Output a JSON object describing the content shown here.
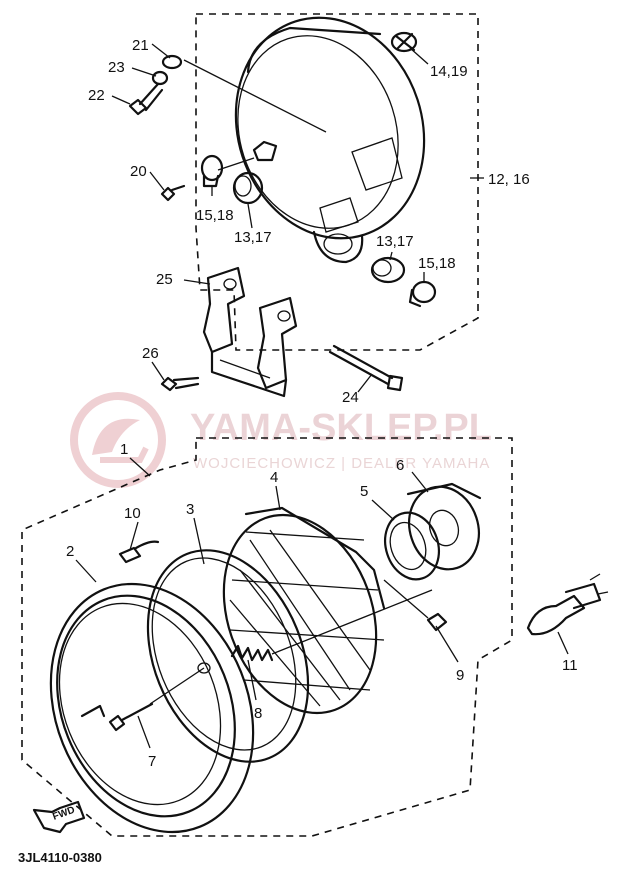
{
  "diagram_code": "3JL4110-0380",
  "watermark": {
    "title": "YAMA-SKLEP.PL",
    "subtitle": "WOJCIECHOWICZ | DEALER YAMAHA"
  },
  "fwd_label": "FWD",
  "callouts": {
    "c1": "1",
    "c2": "2",
    "c3": "3",
    "c4": "4",
    "c5": "5",
    "c6": "6",
    "c7": "7",
    "c8": "8",
    "c9": "9",
    "c10": "10",
    "c11": "11",
    "c12_16": "12, 16",
    "c13_17_a": "13,17",
    "c13_17_b": "13,17",
    "c14_19": "14,19",
    "c15_18_a": "15,18",
    "c15_18_b": "15,18",
    "c20": "20",
    "c21": "21",
    "c22": "22",
    "c23": "23",
    "c24": "24",
    "c25": "25",
    "c26": "26"
  }
}
